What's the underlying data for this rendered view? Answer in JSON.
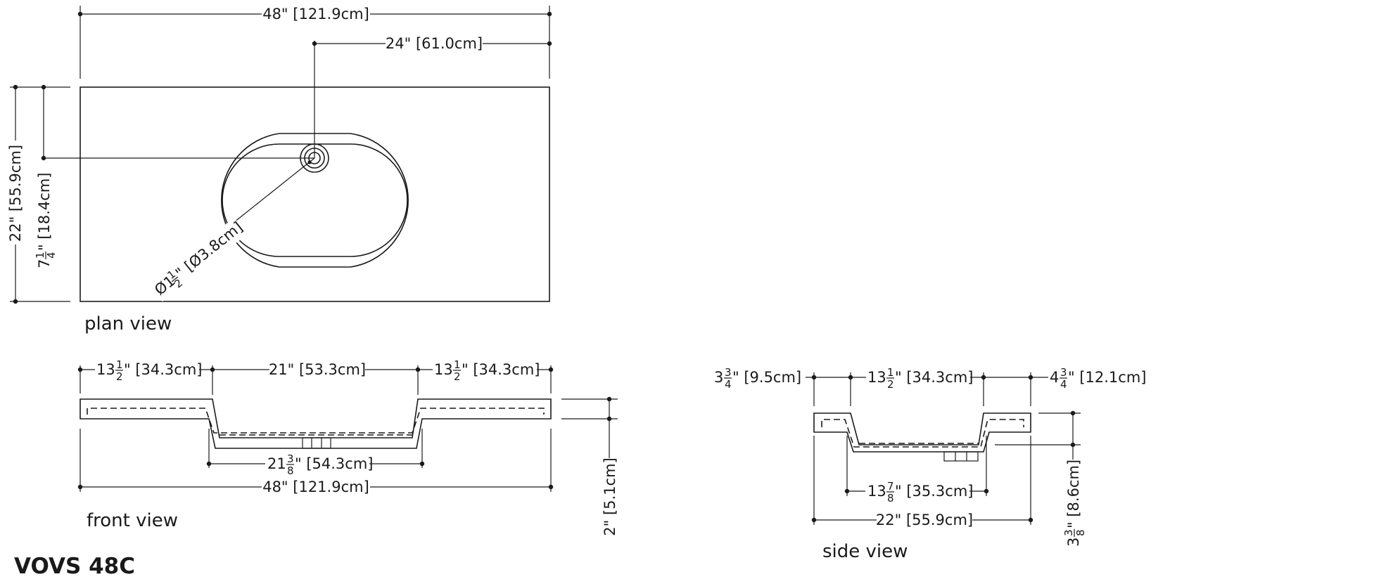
{
  "title": "VOVS 48C",
  "views": {
    "plan": "plan view",
    "front": "front view",
    "side": "side view"
  },
  "plan": {
    "overall_width": "48\" [121.9cm]",
    "drain_offset": "24\" [61.0cm]",
    "depth": "22\" [55.9cm]",
    "drain_from_back_whole": "7",
    "drain_from_back_num": "1",
    "drain_from_back_den": "4",
    "drain_from_back_rest": "\" [18.4cm]",
    "drain_dia_prefix": "Ø1",
    "drain_dia_num": "1",
    "drain_dia_den": "2",
    "drain_dia_rest": "\" [Ø3.8cm]"
  },
  "front": {
    "left_whole": "13",
    "left_num": "1",
    "left_den": "2",
    "left_rest": "\" [34.3cm]",
    "basin": "21\" [53.3cm]",
    "right_whole": "13",
    "right_num": "1",
    "right_den": "2",
    "right_rest": "\" [34.3cm]",
    "basin_outer_whole": "21",
    "basin_outer_num": "3",
    "basin_outer_den": "8",
    "basin_outer_rest": "\" [54.3cm]",
    "overall": "48\" [121.9cm]",
    "thickness": "2\" [5.1cm]"
  },
  "side": {
    "front_whole": "3",
    "front_num": "3",
    "front_den": "4",
    "front_rest": "\" [9.5cm]",
    "basin_whole": "13",
    "basin_num": "1",
    "basin_den": "2",
    "basin_rest": "\" [34.3cm]",
    "back_whole": "4",
    "back_num": "3",
    "back_den": "4",
    "back_rest": "\" [12.1cm]",
    "basin_outer_whole": "13",
    "basin_outer_num": "7",
    "basin_outer_den": "8",
    "basin_outer_rest": "\" [35.3cm]",
    "overall": "22\" [55.9cm]",
    "height_whole": "3",
    "height_num": "3",
    "height_den": "8",
    "height_rest": "\" [8.6cm]"
  }
}
